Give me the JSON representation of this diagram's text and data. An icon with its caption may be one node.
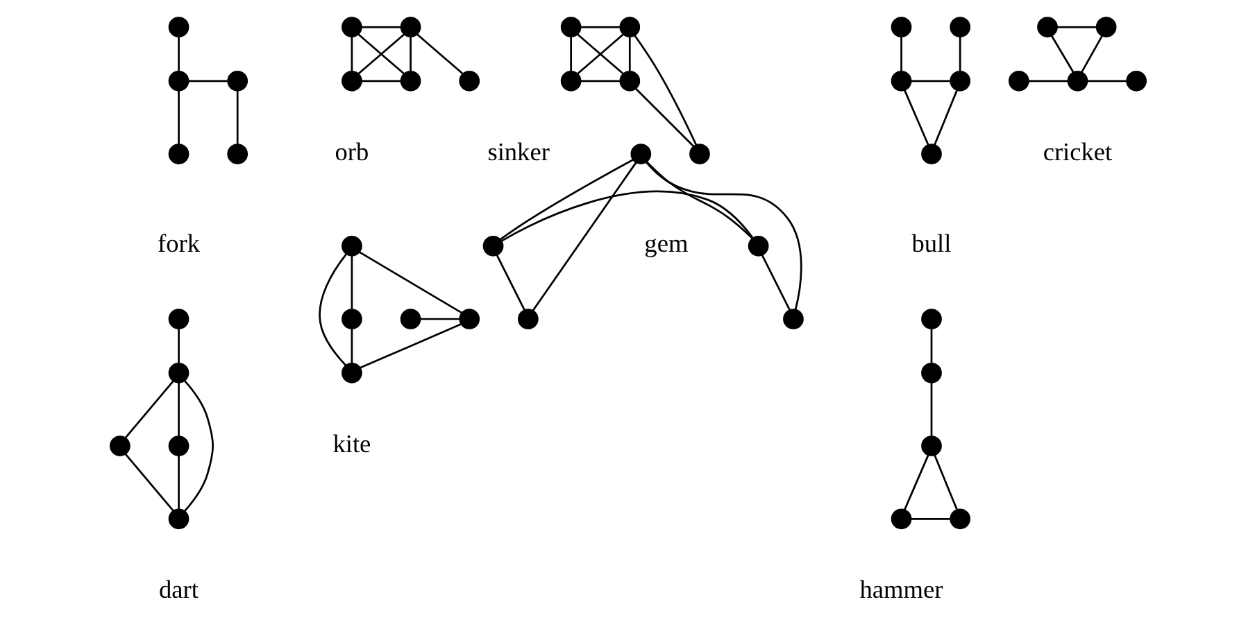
{
  "diagram": {
    "nodes": [
      {
        "text": [],
        "shape": "circle"
      },
      {
        "text": [],
        "shape": "circle"
      },
      {
        "text": [],
        "shape": "circle"
      },
      {
        "text": [],
        "shape": "circle"
      },
      {
        "text": [],
        "shape": "circle"
      },
      {
        "text": [],
        "shape": "circle"
      },
      {
        "text": [],
        "shape": "circle"
      },
      {
        "text": [],
        "shape": "circle"
      },
      {
        "text": [],
        "shape": "circle"
      },
      {
        "text": [],
        "shape": "circle"
      },
      {
        "text": [],
        "shape": "circle"
      },
      {
        "text": [],
        "shape": "circle"
      },
      {
        "text": [],
        "shape": "circle"
      },
      {
        "text": [],
        "shape": "circle"
      },
      {
        "text": [],
        "shape": "circle"
      },
      {
        "text": [],
        "shape": "circle"
      },
      {
        "text": [],
        "shape": "circle"
      },
      {
        "text": [],
        "shape": "circle"
      },
      {
        "text": [],
        "shape": "circle"
      },
      {
        "text": [],
        "shape": "circle"
      },
      {
        "text": [],
        "shape": "circle"
      },
      {
        "text": [],
        "shape": "circle"
      },
      {
        "text": [],
        "shape": "circle"
      },
      {
        "text": [],
        "shape": "circle"
      },
      {
        "text": [],
        "shape": "circle"
      },
      {
        "text": [],
        "shape": "circle"
      },
      {
        "text": [],
        "shape": "circle"
      },
      {
        "text": [],
        "shape": "circle"
      },
      {
        "text": [],
        "shape": "circle"
      },
      {
        "text": [],
        "shape": "circle"
      },
      {
        "text": [],
        "shape": "circle"
      },
      {
        "text": [],
        "shape": "circle"
      },
      {
        "text": [],
        "shape": "circle"
      },
      {
        "text": [],
        "shape": "circle"
      },
      {
        "text": [],
        "shape": "circle"
      },
      {
        "text": [],
        "shape": "circle"
      },
      {
        "text": [],
        "shape": "circle"
      },
      {
        "text": [],
        "shape": "circle"
      },
      {
        "text": [],
        "shape": "circle"
      },
      {
        "text": [],
        "shape": "circle"
      },
      {
        "text": [],
        "shape": "circle"
      },
      {
        "text": [],
        "shape": "circle"
      },
      {
        "text": [],
        "shape": "circle"
      },
      {
        "text": [],
        "shape": "circle"
      },
      {
        "text": [],
        "shape": "circle"
      }
    ],
    "edges": [
      {
        "from": 0,
        "to": 1,
        "arrow": "none"
      },
      {
        "from": 1,
        "to": 2,
        "arrow": "none"
      },
      {
        "from": 1,
        "to": 3,
        "arrow": "none"
      },
      {
        "from": 2,
        "to": 4,
        "arrow": "none"
      },
      {
        "from": 5,
        "to": 6,
        "arrow": "none"
      },
      {
        "from": 5,
        "to": 7,
        "arrow": "none"
      },
      {
        "from": 6,
        "to": 8,
        "arrow": "none"
      },
      {
        "from": 7,
        "to": 8,
        "arrow": "none"
      },
      {
        "from": 5,
        "to": 8,
        "arrow": "none"
      },
      {
        "from": 6,
        "to": 7,
        "arrow": "none"
      },
      {
        "from": 6,
        "to": 9,
        "arrow": "none"
      },
      {
        "from": 10,
        "to": 11,
        "arrow": "none"
      },
      {
        "from": 10,
        "to": 12,
        "arrow": "none"
      },
      {
        "from": 11,
        "to": 13,
        "arrow": "none"
      },
      {
        "from": 12,
        "to": 13,
        "arrow": "none"
      },
      {
        "from": 10,
        "to": 13,
        "arrow": "none"
      },
      {
        "from": 11,
        "to": 12,
        "arrow": "none"
      },
      {
        "from": 11,
        "to": 14,
        "arrow": "none"
      },
      {
        "from": 13,
        "to": 14,
        "arrow": "none"
      },
      {
        "from": 15,
        "to": 17,
        "arrow": "none"
      },
      {
        "from": 16,
        "to": 18,
        "arrow": "none"
      },
      {
        "from": 17,
        "to": 18,
        "arrow": "none"
      },
      {
        "from": 17,
        "to": 19,
        "arrow": "none"
      },
      {
        "from": 18,
        "to": 19,
        "arrow": "none"
      },
      {
        "from": 20,
        "to": 21,
        "arrow": "none"
      },
      {
        "from": 20,
        "to": 23,
        "arrow": "none"
      },
      {
        "from": 21,
        "to": 23,
        "arrow": "none"
      },
      {
        "from": 22,
        "to": 23,
        "arrow": "none"
      },
      {
        "from": 23,
        "to": 24,
        "arrow": "none"
      },
      {
        "from": 25,
        "to": 26,
        "arrow": "none"
      },
      {
        "from": 26,
        "to": 27,
        "arrow": "none"
      },
      {
        "from": 26,
        "to": 28,
        "arrow": "none"
      },
      {
        "from": 26,
        "to": 29,
        "arrow": "none"
      },
      {
        "from": 27,
        "to": 29,
        "arrow": "none"
      },
      {
        "from": 28,
        "to": 29,
        "arrow": "none"
      },
      {
        "from": 31,
        "to": 32,
        "arrow": "none"
      },
      {
        "from": 32,
        "to": 30,
        "arrow": "none"
      },
      {
        "from": 32,
        "to": 34,
        "arrow": "none"
      },
      {
        "from": 30,
        "to": 34,
        "arrow": "none"
      },
      {
        "from": 30,
        "to": 33,
        "arrow": "none"
      },
      {
        "from": 33,
        "to": 34,
        "arrow": "none"
      },
      {
        "from": 37,
        "to": 35,
        "arrow": "none"
      },
      {
        "from": 35,
        "to": 36,
        "arrow": "none"
      },
      {
        "from": 36,
        "to": 38,
        "arrow": "none"
      },
      {
        "from": 39,
        "to": 37,
        "arrow": "none"
      },
      {
        "from": 39,
        "to": 35,
        "arrow": "none"
      },
      {
        "from": 39,
        "to": 36,
        "arrow": "none"
      },
      {
        "from": 39,
        "to": 38,
        "arrow": "none"
      },
      {
        "from": 40,
        "to": 41,
        "arrow": "none"
      },
      {
        "from": 41,
        "to": 42,
        "arrow": "none"
      },
      {
        "from": 42,
        "to": 43,
        "arrow": "none"
      },
      {
        "from": 42,
        "to": 44,
        "arrow": "none"
      },
      {
        "from": 43,
        "to": 44,
        "arrow": "none"
      }
    ],
    "labels": [
      "fork",
      "orb",
      "sinker",
      "bull",
      "cricket",
      "dart",
      "kite",
      "gem",
      "hammer"
    ]
  }
}
